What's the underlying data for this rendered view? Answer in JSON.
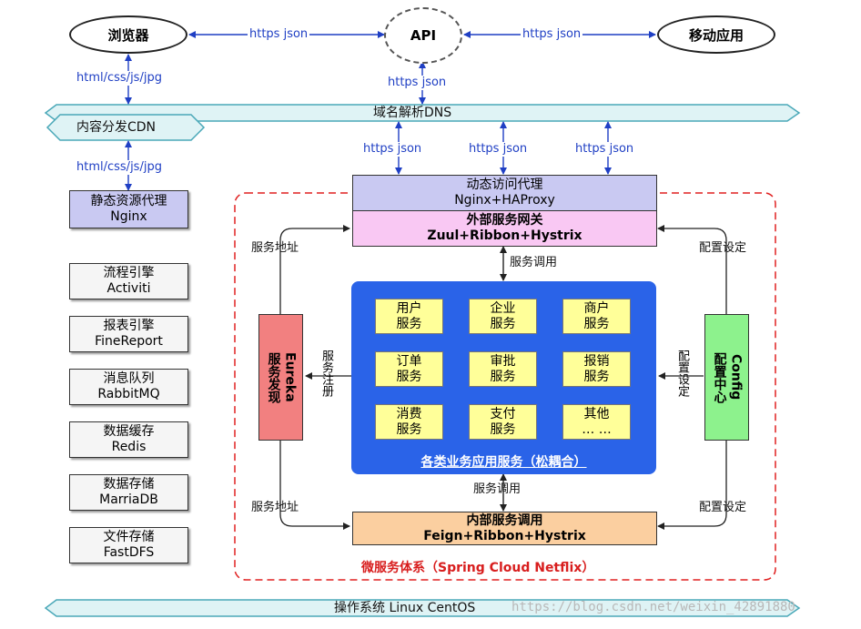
{
  "nodes": {
    "browser": "浏览器",
    "api": "API",
    "mobile": "移动应用",
    "dns": "域名解析DNS",
    "cdn": "内容分发CDN",
    "static_proxy": [
      "静态资源代理",
      "Nginx"
    ],
    "dynamic_proxy": [
      "动态访问代理",
      "Nginx+HAProxy"
    ],
    "external_gateway": [
      "外部服务网关",
      "Zuul+Ribbon+Hystrix"
    ],
    "internal_call": [
      "内部服务调用",
      "Feign+Ribbon+Hystrix"
    ],
    "eureka": [
      "服务发现",
      "Eureka"
    ],
    "config": [
      "配置中心",
      "Config"
    ],
    "os": "操作系统 Linux CentOS"
  },
  "edge_labels": {
    "https_json": "https json",
    "html_css": "html/css/js/jpg",
    "service_call": "服务调用",
    "service_address": "服务地址",
    "config_set": "配置设定",
    "service_register": "服务注册",
    "config_setting_vertical": "配置设定"
  },
  "left_column": [
    [
      "流程引擎",
      "Activiti"
    ],
    [
      "报表引擎",
      "FineReport"
    ],
    [
      "消息队列",
      "RabbitMQ"
    ],
    [
      "数据缓存",
      "Redis"
    ],
    [
      "数据存储",
      "MarriaDB"
    ],
    [
      "文件存储",
      "FastDFS"
    ]
  ],
  "services": [
    [
      "用户",
      "服务"
    ],
    [
      "企业",
      "服务"
    ],
    [
      "商户",
      "服务"
    ],
    [
      "订单",
      "服务"
    ],
    [
      "审批",
      "服务"
    ],
    [
      "报销",
      "服务"
    ],
    [
      "消费",
      "服务"
    ],
    [
      "支付",
      "服务"
    ],
    [
      "其他",
      "… …"
    ]
  ],
  "services_caption": "各类业务应用服务（松耦合）",
  "microservice_caption": "微服务体系（Spring Cloud Netflix）",
  "watermark": "https://blog.csdn.net/weixin_42891880",
  "colors": {
    "arrow_blue": "#1f3fc4",
    "dns_bar": "#dff3f5",
    "lavender": "#c9c9f2",
    "pink": "#f9c8f3",
    "orange": "#fbcfa0",
    "eureka_red": "#f28080",
    "config_green": "#8df28d",
    "service_blue": "#2a63e8",
    "service_yellow": "#ffff99",
    "dashed_red": "#e02020"
  }
}
